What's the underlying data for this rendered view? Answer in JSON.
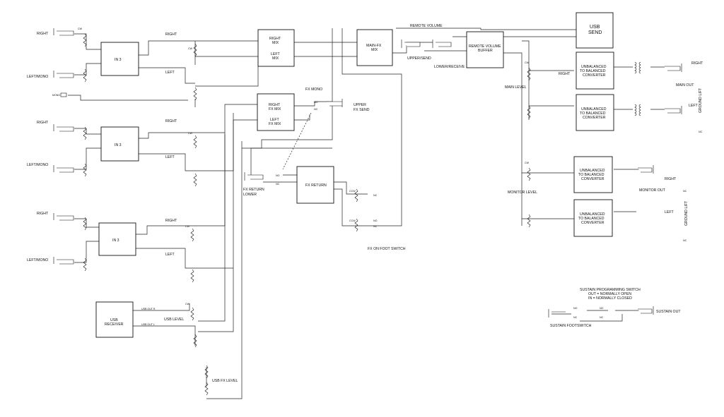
{
  "channels": [
    {
      "in_right": "RIGHT",
      "in_left": "LEFT/MONO",
      "block": "IN 3",
      "out_right": "RIGHT",
      "out_left": "LEFT",
      "mono": "MONO"
    },
    {
      "in_right": "RIGHT",
      "in_left": "LEFT/MONO",
      "block": "IN 3",
      "out_right": "RIGHT",
      "out_left": "LEFT"
    },
    {
      "in_right": "RIGHT",
      "in_left": "LEFT/MONO",
      "block": "IN 3",
      "out_right": "RIGHT",
      "out_left": "LEFT"
    }
  ],
  "mix": {
    "main_line1": "RIGHT",
    "main_line2": "MIX",
    "main_line3": "LEFT",
    "main_line4": "MIX",
    "fx_line1": "RIGHT",
    "fx_line2": "FX MIX",
    "fx_line3": "LEFT",
    "fx_line4": "FX MIX",
    "main_fx_1": "MAIN-FX",
    "main_fx_2": "MIX",
    "fx_mono": "FX MONO",
    "upper_fx_send_1": "UPPER",
    "upper_fx_send_2": "FX SEND",
    "fx_return": "FX RETURN",
    "fx_return_lower_1": "FX RETURN",
    "fx_return_lower_2": "LOWER",
    "fx_footswitch": "FX ON FOOT SWITCH"
  },
  "remote": {
    "remote_volume": "REMOTE VOLUME",
    "upper_send": "UPPER/SEND",
    "lower_receive": "LOWER/RECEIVE",
    "buffer_1": "REMOTE VOLUME",
    "buffer_2": "BUFFER"
  },
  "usb": {
    "send_1": "USB",
    "send_2": "SEND",
    "receiver_1": "USB",
    "receiver_2": "RECEIVER",
    "out_r": "USB OUT  R",
    "out_l": "USB OUT  L",
    "level": "USB LEVEL",
    "fx_level": "USB FX LEVEL"
  },
  "outputs": {
    "converter_1": "UNBALANCED",
    "converter_2": "TO BALANCED",
    "converter_3": "CONVERTER",
    "main_level": "MAIN LEVEL",
    "monitor_level": "MONITOR LEVEL",
    "main_out": "MAIN OUT",
    "monitor_out": "MONITOR OUT",
    "right": "RIGHT",
    "left": "LEFT",
    "ground_lift": "GROUND LIFT"
  },
  "sustain": {
    "title_1": "SUSTAIN PROGRAMMING SWITCH",
    "title_2": "OUT = NORMALLY OPEN",
    "title_3": "IN = NORMALLY CLOSED",
    "out": "SUSTAIN OUT",
    "footswitch": "SUSTAIN FOOTSWITCH"
  },
  "terms": {
    "cw": "CW",
    "ccw": "CCW",
    "nc": "NC",
    "no": "NO"
  }
}
